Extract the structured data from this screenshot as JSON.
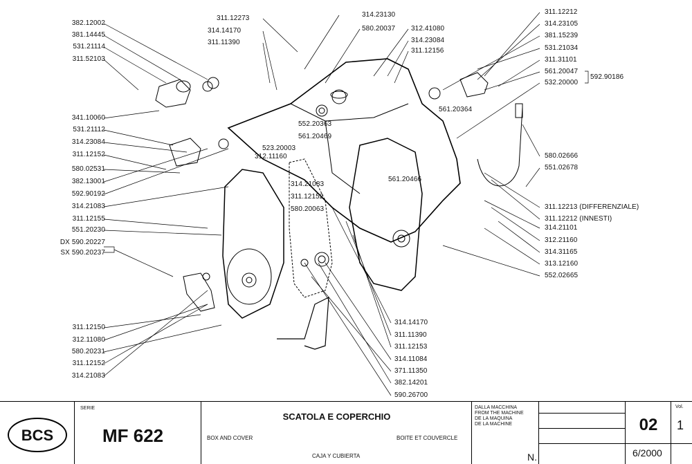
{
  "left_labels": [
    "382.12002",
    "381.14445",
    "531.21114",
    "311.52103",
    "341.10060",
    "531.21112",
    "314.23084",
    "311.12152",
    "580.02531",
    "382.13001",
    "592.90192",
    "314.21083",
    "311.12155",
    "551.20230",
    "DX 590.20227",
    "SX 590.20237",
    "311.12150",
    "312.11080",
    "580.20231",
    "311.12152",
    "314.21083"
  ],
  "top_labels": [
    "311.12273",
    "314.14170",
    "311.11390",
    "314.23130",
    "580.20037",
    "312.41080",
    "314.23084",
    "311.12156"
  ],
  "right_labels": [
    "311.12212",
    "314.23105",
    "381.15239",
    "531.21034",
    "311.31101",
    "561.20047",
    "532.20000",
    "592.90186",
    "580.02666",
    "551.02678",
    "311.12213 (DIFFERENZIALE)",
    "311.12212 (INNESTI)",
    "314.21101",
    "312.21160",
    "314.31165",
    "313.12160",
    "552.02665"
  ],
  "center_labels": [
    "561.20364",
    "552.20363",
    "561.20469",
    "523.20003",
    "312.11160",
    "561.20466",
    "314.21083",
    "311.12152",
    "580.20063"
  ],
  "bottom_labels": [
    "314.14170",
    "311.11390",
    "311.12153",
    "314.11084",
    "371.11350",
    "382.14201",
    "590.26700"
  ],
  "title_block": {
    "brand": "BCS",
    "serie_label": "SERIE",
    "model": "MF 622",
    "title_it": "SCATOLA E COPERCHIO",
    "title_en": "BOX AND COVER",
    "title_fr": "BOITE ET COUVERCLE",
    "title_es": "CAJA Y CUBIERTA",
    "from_machine": [
      "DALLA MACCHINA",
      "FROM THE MACHINE",
      "DE LA MAQUINA",
      "DE LA MACHINE"
    ],
    "n_label": "N.",
    "table_number": "02",
    "vol_label": "Vol.",
    "vol_value": "1",
    "date": "6/2000"
  }
}
